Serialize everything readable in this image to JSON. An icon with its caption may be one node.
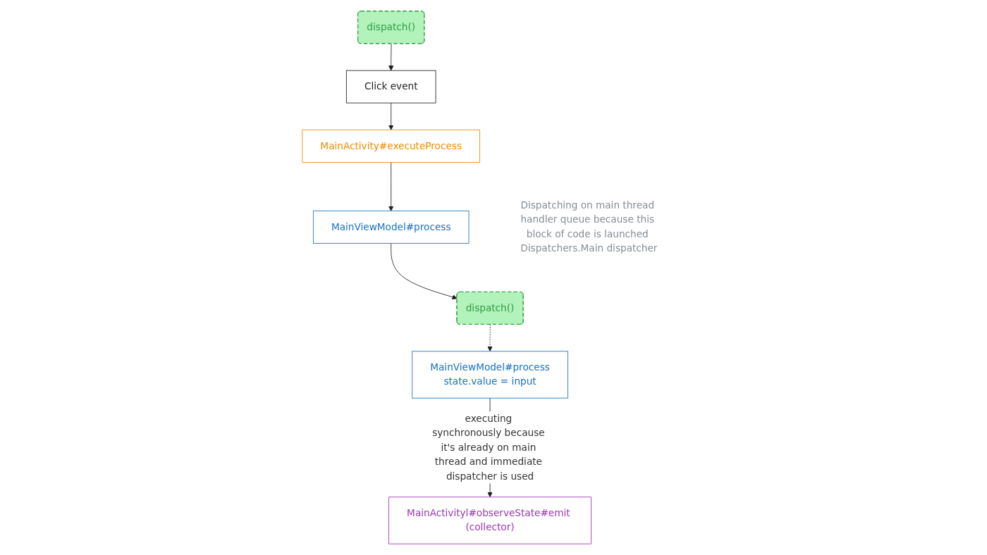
{
  "diagram": {
    "nodes": [
      {
        "text": [
          "dispatch()"
        ]
      },
      {
        "text": [
          "Click event"
        ]
      },
      {
        "text": [
          "MainActivity#executeProcess"
        ]
      },
      {
        "text": [
          "MainViewModel#process"
        ]
      },
      {
        "text": [
          "dispatch()"
        ],
        "beside": [
          "Dispatching on main thread handler queue because this block of code is launched Dispatchers.Main dispatcher"
        ]
      },
      {
        "text": [
          "MainViewModel#process",
          "state.value = input"
        ]
      },
      {
        "text": [
          "MainActivityl#observeState#emit (collector)"
        ]
      }
    ],
    "edges": [
      {
        "from": 0,
        "to": 1,
        "arrow": "to"
      },
      {
        "from": 1,
        "to": 2,
        "arrow": "to"
      },
      {
        "from": 2,
        "to": 3,
        "arrow": "to"
      },
      {
        "from": 3,
        "to": 4,
        "arrow": "to"
      },
      {
        "from": 4,
        "to": 5,
        "arrow": "to",
        "style": "dashed"
      },
      {
        "from": 5,
        "to": 6,
        "arrow": "to",
        "label": "executing synchronously because it's already on main thread and immediate dispatcher is used"
      }
    ]
  }
}
